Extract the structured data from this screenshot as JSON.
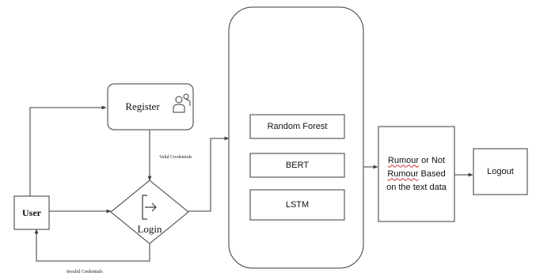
{
  "diagram": {
    "nodes": {
      "user": {
        "label": "User"
      },
      "register": {
        "label": "Register"
      },
      "login": {
        "label": "Login"
      },
      "models": [
        {
          "label": "Random Forest"
        },
        {
          "label": "BERT"
        },
        {
          "label": "LSTM"
        }
      ],
      "result": {
        "line1_word": "Rumour",
        "line1_rest": " or Not",
        "line2_word": "Rumour",
        "line2_rest": " Based",
        "line3": "on the text data"
      },
      "logout": {
        "label": "Logout"
      }
    },
    "edges": {
      "valid": "Valid Credentials",
      "invalid": "Invalid Credentials"
    },
    "colors": {
      "stroke": "#3a3a3a",
      "text": "#111111",
      "spellcheck_underline": "#d83030"
    },
    "icons": [
      "users-icon",
      "login-door-icon"
    ]
  }
}
